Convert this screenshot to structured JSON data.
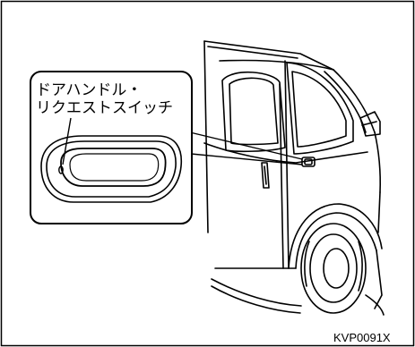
{
  "callout": {
    "line1": "ドアハンドル・",
    "line2": "リクエストスイッチ"
  },
  "figure_code": "KVP0091X"
}
